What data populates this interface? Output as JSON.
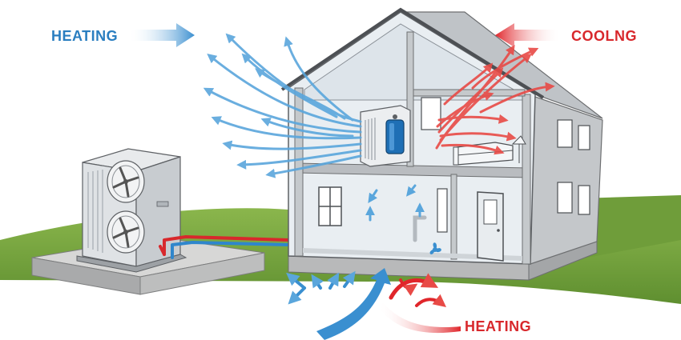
{
  "labels": {
    "heating_top": "HEATING",
    "cooling_top": "COOLNG",
    "heating_bottom": "HEATING"
  },
  "colors": {
    "heat_blue": "#3a8fd0",
    "cool_red": "#e0262b",
    "pipe_red": "#d8282c",
    "pipe_blue": "#2f86cc",
    "grass": "#7bab43",
    "wall_gray": "#b9bcc0",
    "interior": "#e8eef2",
    "slab": "#c9cacb"
  },
  "icons": [
    "heat-pump-fan-icon",
    "fan-icon",
    "sofa-icon",
    "lamp-icon",
    "water-tank-icon"
  ]
}
